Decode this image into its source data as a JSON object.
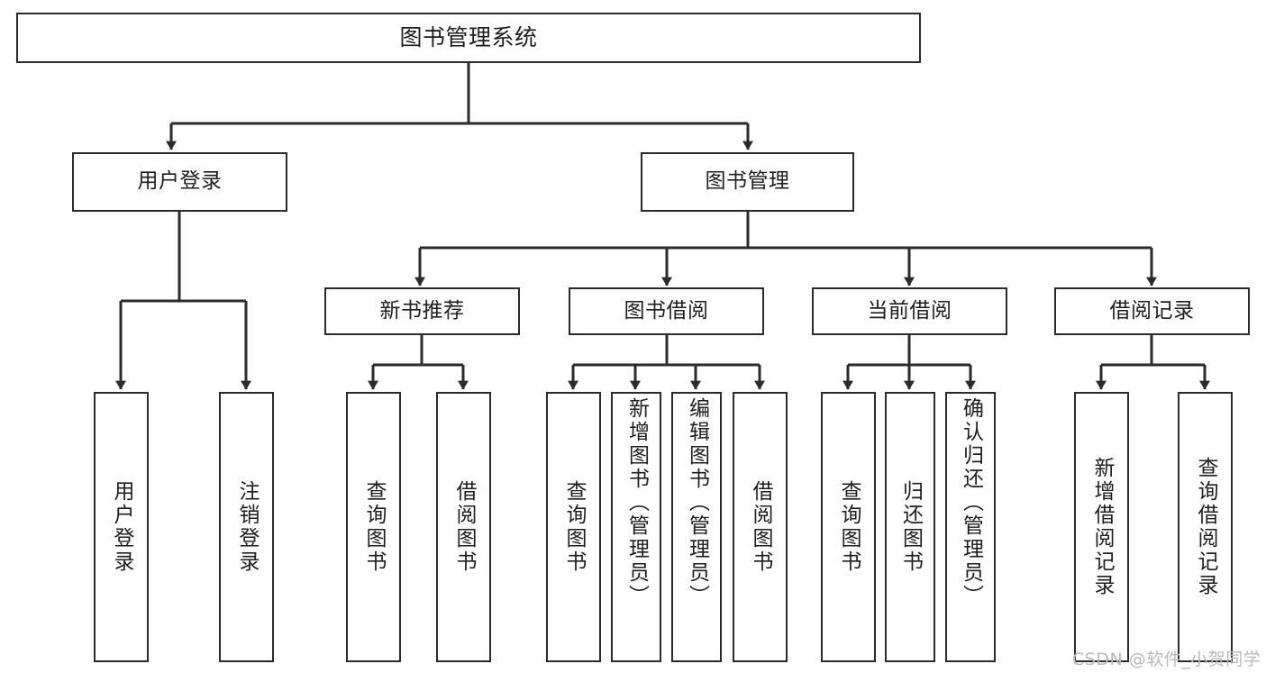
{
  "diagram": {
    "type": "tree-hierarchy-chart",
    "title": "图书管理系统",
    "orientation": "top-down",
    "colors": {
      "node_border": "#2b2b2b",
      "node_fill": "#ffffff",
      "edge": "#2b2b2b",
      "canvas": "#ffffff",
      "watermark": "#b9b9b9"
    },
    "root": {
      "label": "图书管理系统"
    },
    "level1": [
      {
        "label": "用户登录"
      },
      {
        "label": "图书管理"
      }
    ],
    "level2": [
      {
        "label": "新书推荐"
      },
      {
        "label": "图书借阅"
      },
      {
        "label": "当前借阅"
      },
      {
        "label": "借阅记录"
      }
    ],
    "leaves": {
      "user_login": [
        {
          "label": "用户登录"
        },
        {
          "label": "注销登录"
        }
      ],
      "new_book_recommend": [
        {
          "label": "查询图书"
        },
        {
          "label": "借阅图书"
        }
      ],
      "book_borrow": [
        {
          "label": "查询图书"
        },
        {
          "label": "新增图书（管理员）"
        },
        {
          "label": "编辑图书（管理员）"
        },
        {
          "label": "借阅图书"
        }
      ],
      "current_borrow": [
        {
          "label": "查询图书"
        },
        {
          "label": "归还图书"
        },
        {
          "label": "确认归还（管理员）"
        }
      ],
      "borrow_record": [
        {
          "label": "新增借阅记录"
        },
        {
          "label": "查询借阅记录"
        }
      ]
    }
  },
  "watermark": {
    "text": "CSDN @软件_小贺同学"
  }
}
